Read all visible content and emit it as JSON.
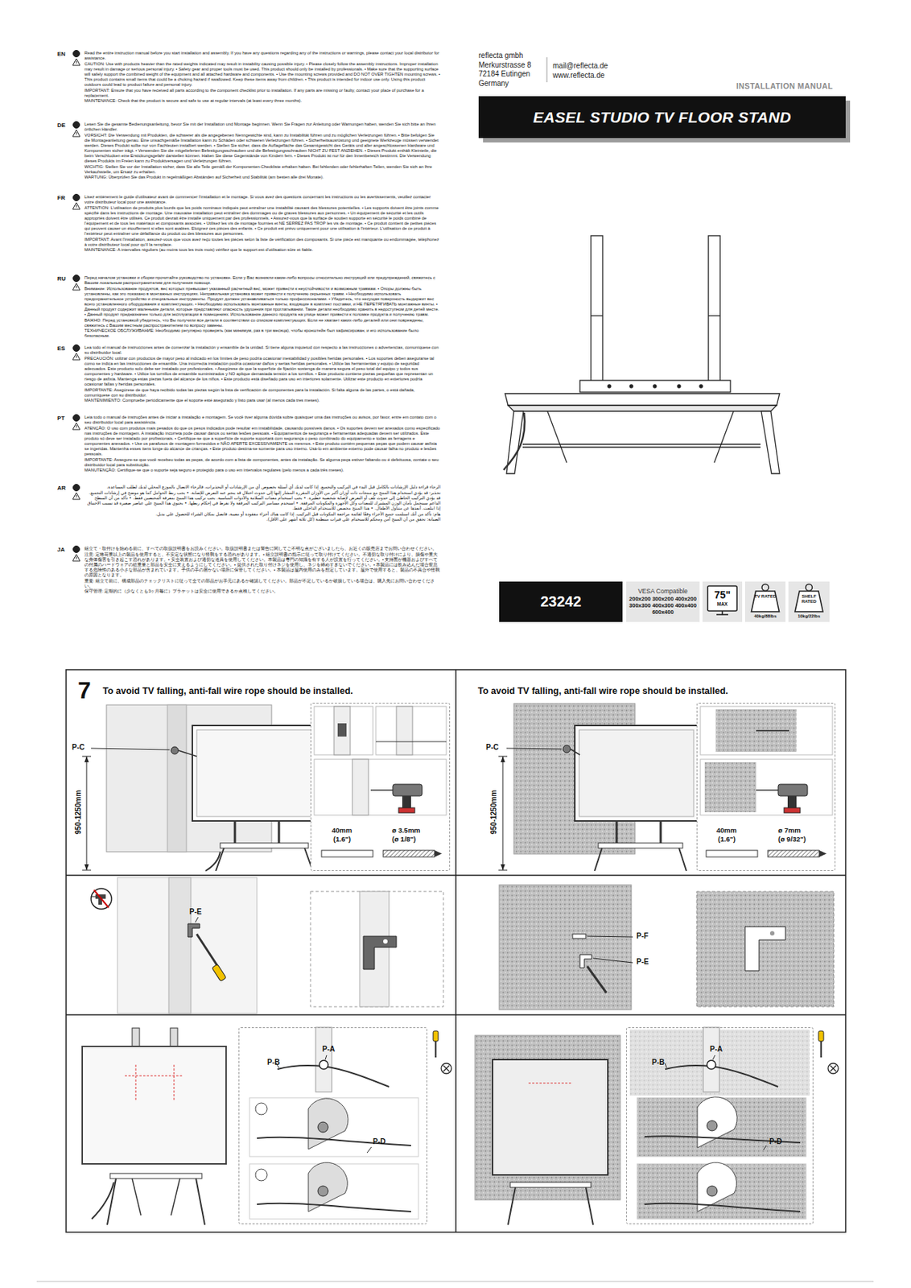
{
  "diagram": {
    "title": "EASEL STUDIO TV FLOOR STAND",
    "nodes": [
      {
        "text": [
          "23242"
        ]
      },
      {
        "text": [
          "VESA Compatible",
          "200x200 300x200 400x200 300x300 400x300 400x400 600x400"
        ]
      },
      {
        "text": [
          "75\"",
          "MAX"
        ]
      },
      {
        "text": [
          "TV RATED",
          "40kg/88lbs"
        ]
      },
      {
        "text": [
          "SHELF RATED",
          "10kg/22lbs"
        ]
      },
      {
        "text": [
          "7",
          "To avoid TV falling, anti-fall wire rope should be installed."
        ]
      },
      {
        "text": [
          "To avoid TV falling, anti-fall wire rope should be installed."
        ]
      },
      {
        "text": [
          "40mm",
          "(1.6\")",
          "ø 3.5mm",
          "(ø 1/8\")"
        ],
        "in": 5
      },
      {
        "text": [
          "40mm",
          "(1.6\")",
          "ø 7mm",
          "(ø 9/32\")"
        ],
        "in": 6
      },
      {
        "text": [
          "P-A",
          "P-B",
          "P-D"
        ]
      },
      {
        "text": [
          "P-A",
          "P-B",
          "P-D"
        ]
      }
    ],
    "labels": [
      "reflecta gmbh Merkurstrasse 8 72184 Eutingen Germany",
      "mail@reflecta.de www.reflecta.de",
      "INSTALLATION MANUAL",
      "EN",
      "Read the entire instruction manual before you start installation and assembly. If you have any questions regarding any of the instructions or warnings, please contact your local distributor for assistance.",
      "CAUTION: Use with products heavier than the rated weights indicated may result in instability causing possible injury. • Please closely follow the assembly instructions. Improper installation may result in damage or serious personal injury. • Safety gear and proper tools must be used. This product should only be installed by professionals. • Make sure that the supporting surface will safely support the combined weight of the equipment and all attached hardware and components. • Use the mounting screws provided and DO NOT OVER TIGHTEN mounting screws. • This product contains small items that could be a choking hazard if swallowed. Keep these items away from children. • This product is intended for indoor use only. Using this product outdoors could lead to product failure and personal injury.",
      "IMPORTANT: Ensure that you have received all parts according to the component checklist prior to installation. If any parts are missing or faulty, contact your place of purchase for a replacement.",
      "MAINTENANCE: Check that the product is secure and safe to use at regular intervals (at least every three months).",
      "DE",
      "Lesen Sie die gesamte Bedienungsanleitung, bevor Sie mit der Installation und Montage beginnen. Wenn Sie Fragen zur Anleitung oder Warnungen haben, wenden Sie sich bitte an Ihren örtlichen Händler.",
      "VORSICHT: Die Verwendung mit Produkten, die schwerer als die angegebenen Nenngewichte sind, kann zu Instabilität führen und zu möglichen Verletzungen führen. • Bitte befolgen Sie die Montageanleitung genau. Eine unsachgemäße Installation kann zu Schäden oder schweren Verletzungen führen. • Sicherheitsausrüstung und geeignete Werkzeuge müssen verwendet werden. Dieses Produkt sollte nur von Fachleuten installiert werden. • Stellen Sie sicher, dass die Auflagefläche das Gesamtgewicht des Geräts und aller angeschlossenen Hardware und Komponenten sicher trägt. • Verwenden Sie die mitgelieferten Befestigungsschrauben und die Befestigungsschrauben NICHT ZU FEST ANZIEHEN. • Dieses Produkt enthält Kleinteile, die beim Verschlucken eine Erstickungsgefahr darstellen können. Halten Sie diese Gegenstände von Kindern fern. • Dieses Produkt ist nur für den Innenbereich bestimmt. Die Verwendung dieses Produkts im Freien kann zu Produktversagen und Verletzungen führen.",
      "WICHTIG: Stellen Sie vor der Installation sicher, dass Sie alle Teile gemäß der Komponenten-Checkliste erhalten haben. Bei fehlenden oder fehlerhaften Teilen, wenden Sie sich an Ihre Verkaufsstelle, um Ersatz zu erhalten.",
      "WARTUNG: Überprüfen Sie das Produkt in regelmäßigen Abständen auf Sicherheit und Stabilität (am besten alle drei Monate).",
      "FR",
      "Lisez entièrement le guide d'utilisateur avant de commencer l'installation et le montage. Si vous avez des questions concernant les instructions ou les avertissements, veuillez contacter votre distributeur local pour une assistance.",
      "ATTENTION: L'utilisation de produits plus lourds que les poids nominaux indiqués peut entraîner une instabilité causant des blessures potentielles. • Les supports doivent être joints comme spécifié dans les instructions de montage. Une mauvaise installation peut entraîner des dommages ou de graves blessures aux personnes. • Un équipement de sécurité et les outils appropriés doivent être utilisés. Ce produit devrait être installé uniquement par des professionnels. • Assurez-vous que la surface de soutien supporte en sécurité le poids combiné de l'équipement et de tous les matériaux et composants associés. • Utilisez les vis de montage fournies et NE SERREZ PAS TROP les vis de montage. • Ce produit contient de petites pièces qui peuvent causer un étouffement si elles sont avalées. Eloignez ces pièces des enfants. • Ce produit est prévu uniquement pour une utilisation à l'intérieur. L'utilisation de ce produit à l'extérieur peut entraîner une défaillance du produit ou des blessures aux personnes.",
      "IMPORTANT: Avant l'installation, assurez-vous que vous avez reçu toutes les pièces selon la liste de vérification des composants. Si une pièce est manquante ou endommagée, téléphonez à votre distributeur local pour qu'il la remplace.",
      "MAINTENANCE: A intervalles réguliers (au moins tous les trois mois) vérifiez que le support est d'utilisation sûre et fiable.",
      "RU",
      "Перед началом установки и сборки прочитайте руководство по установке. Если у Вас возникли какие-либо вопросы относительно инструкций или предупреждений, свяжитесь с Вашим локальным распространителем для получения помощи.",
      "Внимание: Использование продуктов, вес которых превышает указанный расчетный вес, может привести к неустойчивости и возможным травмам. • Опоры должны быть установлены, как это показано в монтажных инструкциях. Неправильная установка может привести к получению серьезных травм. • Необходимо использовать предохранительное устройство и специальные инструменты. Продукт должен устанавливаться только профессионалами. • Убедитесь, что несущая поверхность выдержит вес всего установленного оборудования и комплектующих. • Необходимо использовать монтажные винты, входящие в комплект поставки, и НЕ ПЕРЕТЯГИВАТЬ монтажные винты. • Данный продукт содержит маленькие детали, которые представляют опасность удушения при проглатывании. Такие детали необходимо хранить в недоступном для детей месте. • Данный продукт предназначен только для эксплуатации в помещениях. Использование данного продукта на улице может привести к поломке продукта и получению травм.",
      "ВАЖНО: Перед установкой убедитесь, что Вы получили все детали в соответствии со списком комплектующих. Если не хватает каких-либо деталей или они повреждены, свяжитесь с Вашим местным распространителем по вопросу замены.",
      "ТЕХНИЧЕСКОЕ ОБСЛУЖИВАНИЕ: Необходимо регулярно проверять (как минимум, раз в три месяца), чтобы кронштейн был зафиксирован, и его использование было безопасным.",
      "ES",
      "Lea todo el manual de instrucciones antes de comenzar la instalación y ensamble de la unidad. Si tiene alguna inquietud con respecto a las instrucciones o advertencias, comuníquese con su distribuidor local.",
      "PRECAUCIÓN: utilizar con productos de mayor peso al indicado en los límites de peso podría ocasionar inestabilidad y posibles heridas personales. • Los soportes deben asegurarse tal como se indica en las instrucciones de ensamble. Una incorrecta instalación podría ocasionar daños y serias heridas personales. • Utilice las herramientas y equipo de seguridad adecuados. Este producto solo debe ser instalado por profesionales. • Asegúrese de que la superficie de fijación sostenga de manera segura el peso total del equipo y todos sus componentes y hardware. • Utilice los tornillos de ensamble suministrados y NO aplique demasiada tensión a los tornillos. • Este producto contiene piezas pequeñas que representan un riesgo de asfixia. Mantenga estas piezas fuera del alcance de los niños. • Este producto está diseñado para uso en interiores solamente. Utilizar este producto en exteriores podría ocasionar fallas y heridas personales.",
      "IMPORTANTE: Asegúrese de que haya recibido todas las piezas según la lista de verificación de componentes para la instalación. Si falta alguna de las partes, o está dañada, comuníquese con su distribuidor.",
      "MANTENIMIENTO: Compruebe periódicamente que el soporte esté asegurado y listo para usar (al menos cada tres meses).",
      "PT",
      "Leia todo o manual de instruções antes de iniciar a instalação e montagem. Se você tiver alguma dúvida sobre quaisquer uma das instruções ou avisos, por favor, entre em contato com o seu distribuidor local para assistência.",
      "ATENÇÃO: O uso com produtos mais pesados do que os pesos indicados pode resultar em instabilidade, causando possíveis danos. • Os suportes devem ser anexados como especificado nas instruções de montagem. A instalação incorreta pode causar danos ou sérias lesões pessoais. • Equipamentos de segurança e ferramentas adequadas devem ser utilizados. Este produto só deve ser instalado por profissionais. • Certifique-se que a superfície de suporte suportará com segurança o peso combinado do equipamento e todas as ferragens e componentes anexados. • Use os parafusos de montagem fornecidos e NÃO APERTE EXCESSIVAMENTE os mesmos. • Este produto contém pequenas peças que podem causar asfixia se ingeridas. Mantenha esses itens longe do alcance de crianças. • Este produto destina-se somente para uso interno. Usá-lo em ambiente externo pode causar falha no produto e lesões pessoais.",
      "IMPORTANTE: Assegure-se que você recebeu todas as peças, de acordo com a lista de componentes, antes da instalação. Se alguma peça estiver faltando ou é defeituosa, contate o seu distribuidor local para substituição.",
      "MANUTENÇÃO: Certifique-se que o suporte seja seguro e protegido para o uso em intervalos regulares (pelo menos a cada três meses).",
      "AR",
      "الرجاء قراءة دليل الإرشادات بالكامل قبل البدء في التركيب والتجميع. إذا كانت لديك أي أسئلة بخصوص أي من الإرشادات أو التحذيرات، فالرجاء الاتصال بالموزع المحلي لديك لطلب المساعدة.",
      "تحذير: قد يؤدي استخدام هذا المنتج مع منتجات ذات أوزان أكبر من الأوزان المقررة المشار إليها إلى حدوث اختلال قد ينجم عنه التعرض للإصابة. • يجب ربط الحوامل كما هو موضح في إرشادات التجميع. قد يؤدي التركيب الخاطئ إلى حدوث تلف أو التعرض لإصابة شخصية خطيرة. • يجب استخدام معدات السلامة والأدوات المناسبة. يجب تركيب هذا المنتج بمعرفة المختصين فقط. • تأكد من أن السطح الداعم سيتحمل بأمان الوزن المشترك للمعدات وكل الأجهزة والمكونات المرفقة. • استخدم مسامير التركيب المرفقة ولا تفرط في إحكام ربطها. • يحتوي هذا المنتج على عناصر صغيرة قد تسبب الاختناق إذا ابتلعت. أبعدها عن متناول الأطفال. • هذا المنتج مخصص للاستخدام الداخلي فقط.",
      "هام: تأكد من أنك استلمت جميع الأجزاء وفقًا لقائمة مراجعة المكونات قبل التركيب. إذا كانت هناك أجزاء مفقودة أو معيبة، فاتصل بمكان الشراء للحصول على بديل.",
      "الصيانة: تحقق من أن المنتج آمن ومحكم للاستخدام على فترات منتظمة (كل ثلاثة أشهر على الأقل).",
      "JA",
      "組立て・取付けを始める前に、すべての取扱説明書をお読みください。取扱説明書または警告に関してご不明な点がございましたら、お近くの販売店までお問い合わせください。",
      "注意: 定格荷重以上の製品を使用すると、不安定な状態になり怪我をする恐れがあります。• 組立説明書の指示に従って取り付けてください。不適切な取り付けにより、損傷や重大な身体傷害を引き起こす恐れがあります。• 安全装置および適切な道具を使用してください。本製品は専門の知識を有する人が設置を行ってください。• 支持面が機器およびすべての付属のハードウェアの総重量と部品を安全に支えるようにしてください。• 提供された取り付けネジを使用し、ネジを締めすぎないでください。• 本製品には飲み込んだ場合窒息する危険性のある小さな部品が含まれています。子供の手の届かない場所に保管してください。• 本製品は屋内使用のみを想定しています。屋外で使用すると、製品の不具合や怪我の原因となります。",
      "重要: 組立て前に、構成部品のチェックリストに従って全ての部品がお手元にあるか確認してください。部品が不足しているか破損している場合は、購入先にお問い合わせください。",
      "保守管理: 定期的に（少なくとも3ヶ月毎に）ブラケットは安全に使用できるか点検してください。",
      "P-C",
      "950-1250mm",
      "P-C",
      "950-1250mm",
      "P-E",
      "P-F",
      "P-E"
    ]
  }
}
